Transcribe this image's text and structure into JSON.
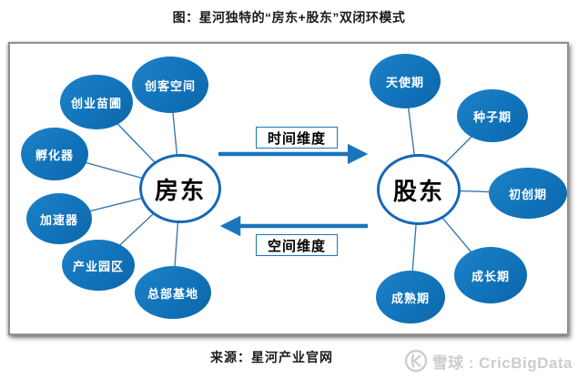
{
  "title": "图：星河独特的“房东+股东”双闭环模式",
  "diagram": {
    "left_cluster": {
      "center": {
        "label": "房东"
      },
      "satellites": [
        {
          "label": "创客空间"
        },
        {
          "label": "创业苗圃"
        },
        {
          "label": "孵化器"
        },
        {
          "label": "加速器"
        },
        {
          "label": "产业园区"
        },
        {
          "label": "总部基地"
        }
      ]
    },
    "right_cluster": {
      "center": {
        "label": "股东"
      },
      "satellites": [
        {
          "label": "天使期"
        },
        {
          "label": "种子期"
        },
        {
          "label": "初创期"
        },
        {
          "label": "成长期"
        },
        {
          "label": "成熟期"
        }
      ]
    },
    "arrows": {
      "top": {
        "label": "时间维度",
        "direction": "right"
      },
      "bottom": {
        "label": "空间维度",
        "direction": "left"
      }
    }
  },
  "footer": {
    "source": "来源：星河产业官网",
    "watermark": "雪球 : CricBigData",
    "watermark_icon": "xueqiu-logo-icon"
  },
  "colors": {
    "node_blue": "#1173BA",
    "node_blue_light": "#1E82C8",
    "center_border_blue": "#1568B8",
    "arrow_blue": "#1B75BC",
    "connector_blue": "#3A7AB0",
    "watermark_gray": "#CDCDCD",
    "text_dark": "#1A1A1A"
  }
}
